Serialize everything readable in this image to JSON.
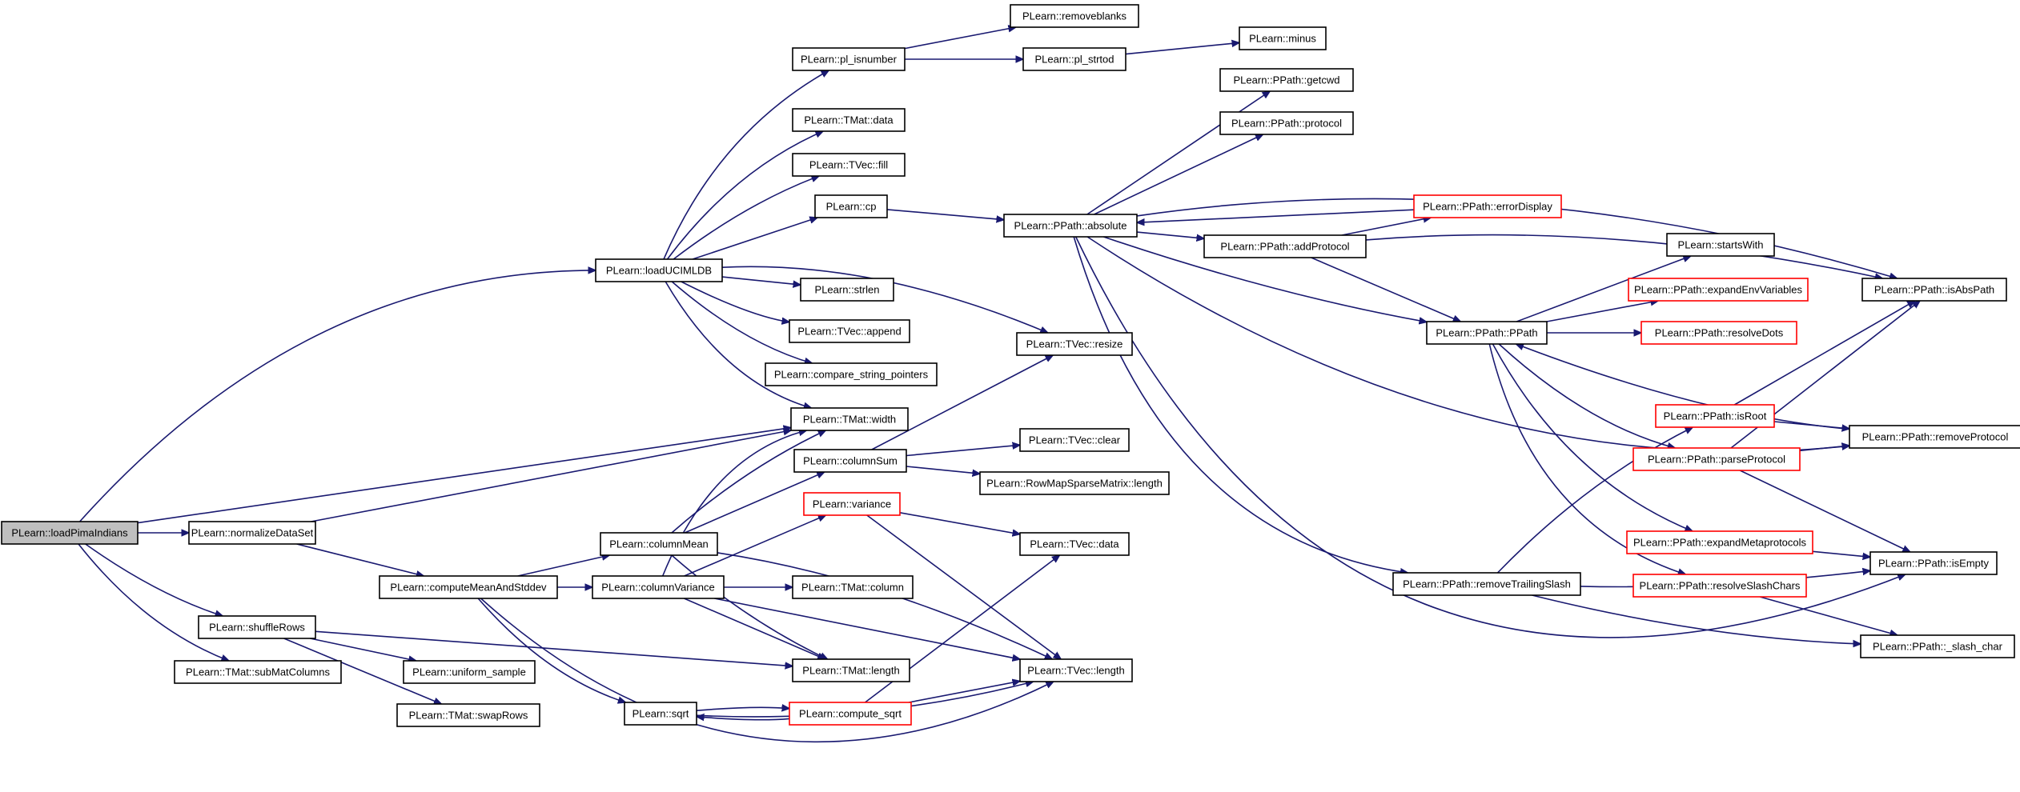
{
  "graph": {
    "nodes": [
      {
        "id": "loadPimaIndians",
        "label": "PLearn::loadPimaIndians",
        "root": true
      },
      {
        "id": "loadUCIMLDB",
        "label": "PLearn::loadUCIMLDB"
      },
      {
        "id": "normalizeDataSet",
        "label": "PLearn::normalizeDataSet"
      },
      {
        "id": "shuffleRows",
        "label": "PLearn::shuffleRows"
      },
      {
        "id": "subMatColumns",
        "label": "PLearn::TMat::subMatColumns"
      },
      {
        "id": "pl_isnumber",
        "label": "PLearn::pl_isnumber"
      },
      {
        "id": "TMat_data",
        "label": "PLearn::TMat::data"
      },
      {
        "id": "TVec_fill",
        "label": "PLearn::TVec::fill"
      },
      {
        "id": "cp",
        "label": "PLearn::cp"
      },
      {
        "id": "strlen",
        "label": "PLearn::strlen"
      },
      {
        "id": "TVec_append",
        "label": "PLearn::TVec::append"
      },
      {
        "id": "compare_string_pointers",
        "label": "PLearn::compare_string_pointers"
      },
      {
        "id": "TMat_width",
        "label": "PLearn::TMat::width"
      },
      {
        "id": "columnSum",
        "label": "PLearn::columnSum"
      },
      {
        "id": "computeMeanAndStddev",
        "label": "PLearn::computeMeanAndStddev"
      },
      {
        "id": "columnMean",
        "label": "PLearn::columnMean"
      },
      {
        "id": "columnVariance",
        "label": "PLearn::columnVariance"
      },
      {
        "id": "variance",
        "label": "PLearn::variance",
        "truncated": true
      },
      {
        "id": "TMat_column",
        "label": "PLearn::TMat::column"
      },
      {
        "id": "TMat_length",
        "label": "PLearn::TMat::length"
      },
      {
        "id": "uniform_sample",
        "label": "PLearn::uniform_sample"
      },
      {
        "id": "swapRows",
        "label": "PLearn::TMat::swapRows"
      },
      {
        "id": "sqrt",
        "label": "PLearn::sqrt"
      },
      {
        "id": "compute_sqrt",
        "label": "PLearn::compute_sqrt",
        "truncated": true
      },
      {
        "id": "removeblanks",
        "label": "PLearn::removeblanks"
      },
      {
        "id": "pl_strtod",
        "label": "PLearn::pl_strtod"
      },
      {
        "id": "minus",
        "label": "PLearn::minus"
      },
      {
        "id": "absolute",
        "label": "PLearn::PPath::absolute"
      },
      {
        "id": "TVec_resize",
        "label": "PLearn::TVec::resize"
      },
      {
        "id": "TVec_clear",
        "label": "PLearn::TVec::clear"
      },
      {
        "id": "RowMap_length",
        "label": "PLearn::RowMapSparseMatrix::length"
      },
      {
        "id": "TVec_data",
        "label": "PLearn::TVec::data"
      },
      {
        "id": "TVec_length",
        "label": "PLearn::TVec::length"
      },
      {
        "id": "getcwd",
        "label": "PLearn::PPath::getcwd"
      },
      {
        "id": "protocol",
        "label": "PLearn::PPath::protocol"
      },
      {
        "id": "addProtocol",
        "label": "PLearn::PPath::addProtocol"
      },
      {
        "id": "errorDisplay",
        "label": "PLearn::PPath::errorDisplay",
        "truncated": true
      },
      {
        "id": "PPath",
        "label": "PLearn::PPath::PPath"
      },
      {
        "id": "removeTrailingSlash",
        "label": "PLearn::PPath::removeTrailingSlash"
      },
      {
        "id": "startsWith",
        "label": "PLearn::startsWith"
      },
      {
        "id": "expandEnvVariables",
        "label": "PLearn::PPath::expandEnvVariables",
        "truncated": true
      },
      {
        "id": "resolveDots",
        "label": "PLearn::PPath::resolveDots",
        "truncated": true
      },
      {
        "id": "isRoot",
        "label": "PLearn::PPath::isRoot",
        "truncated": true
      },
      {
        "id": "parseProtocol",
        "label": "PLearn::PPath::parseProtocol",
        "truncated": true
      },
      {
        "id": "expandMetaprotocols",
        "label": "PLearn::PPath::expandMetaprotocols",
        "truncated": true
      },
      {
        "id": "resolveSlashChars",
        "label": "PLearn::PPath::resolveSlashChars",
        "truncated": true
      },
      {
        "id": "isAbsPath",
        "label": "PLearn::PPath::isAbsPath"
      },
      {
        "id": "removeProtocol",
        "label": "PLearn::PPath::removeProtocol"
      },
      {
        "id": "isEmpty",
        "label": "PLearn::PPath::isEmpty"
      },
      {
        "id": "slash_char",
        "label": "PLearn::PPath::_slash_char"
      }
    ],
    "edges": [
      [
        "loadPimaIndians",
        "loadUCIMLDB"
      ],
      [
        "loadPimaIndians",
        "normalizeDataSet"
      ],
      [
        "loadPimaIndians",
        "shuffleRows"
      ],
      [
        "loadPimaIndians",
        "subMatColumns"
      ],
      [
        "loadPimaIndians",
        "TMat_width"
      ],
      [
        "loadUCIMLDB",
        "pl_isnumber"
      ],
      [
        "loadUCIMLDB",
        "TMat_data"
      ],
      [
        "loadUCIMLDB",
        "TVec_fill"
      ],
      [
        "loadUCIMLDB",
        "cp"
      ],
      [
        "loadUCIMLDB",
        "strlen"
      ],
      [
        "loadUCIMLDB",
        "TVec_append"
      ],
      [
        "loadUCIMLDB",
        "compare_string_pointers"
      ],
      [
        "loadUCIMLDB",
        "TMat_width"
      ],
      [
        "loadUCIMLDB",
        "TVec_resize"
      ],
      [
        "pl_isnumber",
        "removeblanks"
      ],
      [
        "pl_isnumber",
        "pl_strtod"
      ],
      [
        "pl_strtod",
        "minus"
      ],
      [
        "cp",
        "absolute"
      ],
      [
        "normalizeDataSet",
        "TMat_width"
      ],
      [
        "normalizeDataSet",
        "computeMeanAndStddev"
      ],
      [
        "computeMeanAndStddev",
        "columnMean"
      ],
      [
        "computeMeanAndStddev",
        "columnVariance"
      ],
      [
        "computeMeanAndStddev",
        "sqrt"
      ],
      [
        "computeMeanAndStddev",
        "TVec_length"
      ],
      [
        "columnMean",
        "columnSum"
      ],
      [
        "columnMean",
        "TMat_width"
      ],
      [
        "columnMean",
        "TMat_length"
      ],
      [
        "columnMean",
        "TVec_length"
      ],
      [
        "columnVariance",
        "variance"
      ],
      [
        "columnVariance",
        "TMat_column"
      ],
      [
        "columnVariance",
        "TMat_length"
      ],
      [
        "columnVariance",
        "TMat_width"
      ],
      [
        "columnVariance",
        "TVec_length"
      ],
      [
        "columnSum",
        "TVec_resize"
      ],
      [
        "columnSum",
        "TVec_clear"
      ],
      [
        "columnSum",
        "RowMap_length"
      ],
      [
        "variance",
        "TVec_data"
      ],
      [
        "variance",
        "TVec_length"
      ],
      [
        "shuffleRows",
        "uniform_sample"
      ],
      [
        "shuffleRows",
        "swapRows"
      ],
      [
        "shuffleRows",
        "TMat_length"
      ],
      [
        "sqrt",
        "compute_sqrt"
      ],
      [
        "sqrt",
        "TVec_length"
      ],
      [
        "compute_sqrt",
        "sqrt"
      ],
      [
        "compute_sqrt",
        "TVec_data"
      ],
      [
        "compute_sqrt",
        "TVec_length"
      ],
      [
        "absolute",
        "getcwd"
      ],
      [
        "absolute",
        "protocol"
      ],
      [
        "absolute",
        "addProtocol"
      ],
      [
        "absolute",
        "PPath"
      ],
      [
        "absolute",
        "removeTrailingSlash"
      ],
      [
        "absolute",
        "isAbsPath"
      ],
      [
        "absolute",
        "removeProtocol"
      ],
      [
        "absolute",
        "isEmpty"
      ],
      [
        "errorDisplay",
        "absolute"
      ],
      [
        "addProtocol",
        "errorDisplay"
      ],
      [
        "addProtocol",
        "PPath"
      ],
      [
        "addProtocol",
        "isAbsPath"
      ],
      [
        "PPath",
        "startsWith"
      ],
      [
        "PPath",
        "expandEnvVariables"
      ],
      [
        "PPath",
        "resolveDots"
      ],
      [
        "PPath",
        "parseProtocol"
      ],
      [
        "PPath",
        "expandMetaprotocols"
      ],
      [
        "PPath",
        "resolveSlashChars"
      ],
      [
        "removeProtocol",
        "PPath"
      ],
      [
        "isRoot",
        "isAbsPath"
      ],
      [
        "isRoot",
        "removeProtocol"
      ],
      [
        "parseProtocol",
        "removeProtocol"
      ],
      [
        "parseProtocol",
        "isAbsPath"
      ],
      [
        "parseProtocol",
        "isEmpty"
      ],
      [
        "expandMetaprotocols",
        "isEmpty"
      ],
      [
        "resolveSlashChars",
        "slash_char"
      ],
      [
        "removeTrailingSlash",
        "isRoot"
      ],
      [
        "removeTrailingSlash",
        "isEmpty"
      ],
      [
        "removeTrailingSlash",
        "slash_char"
      ]
    ]
  }
}
